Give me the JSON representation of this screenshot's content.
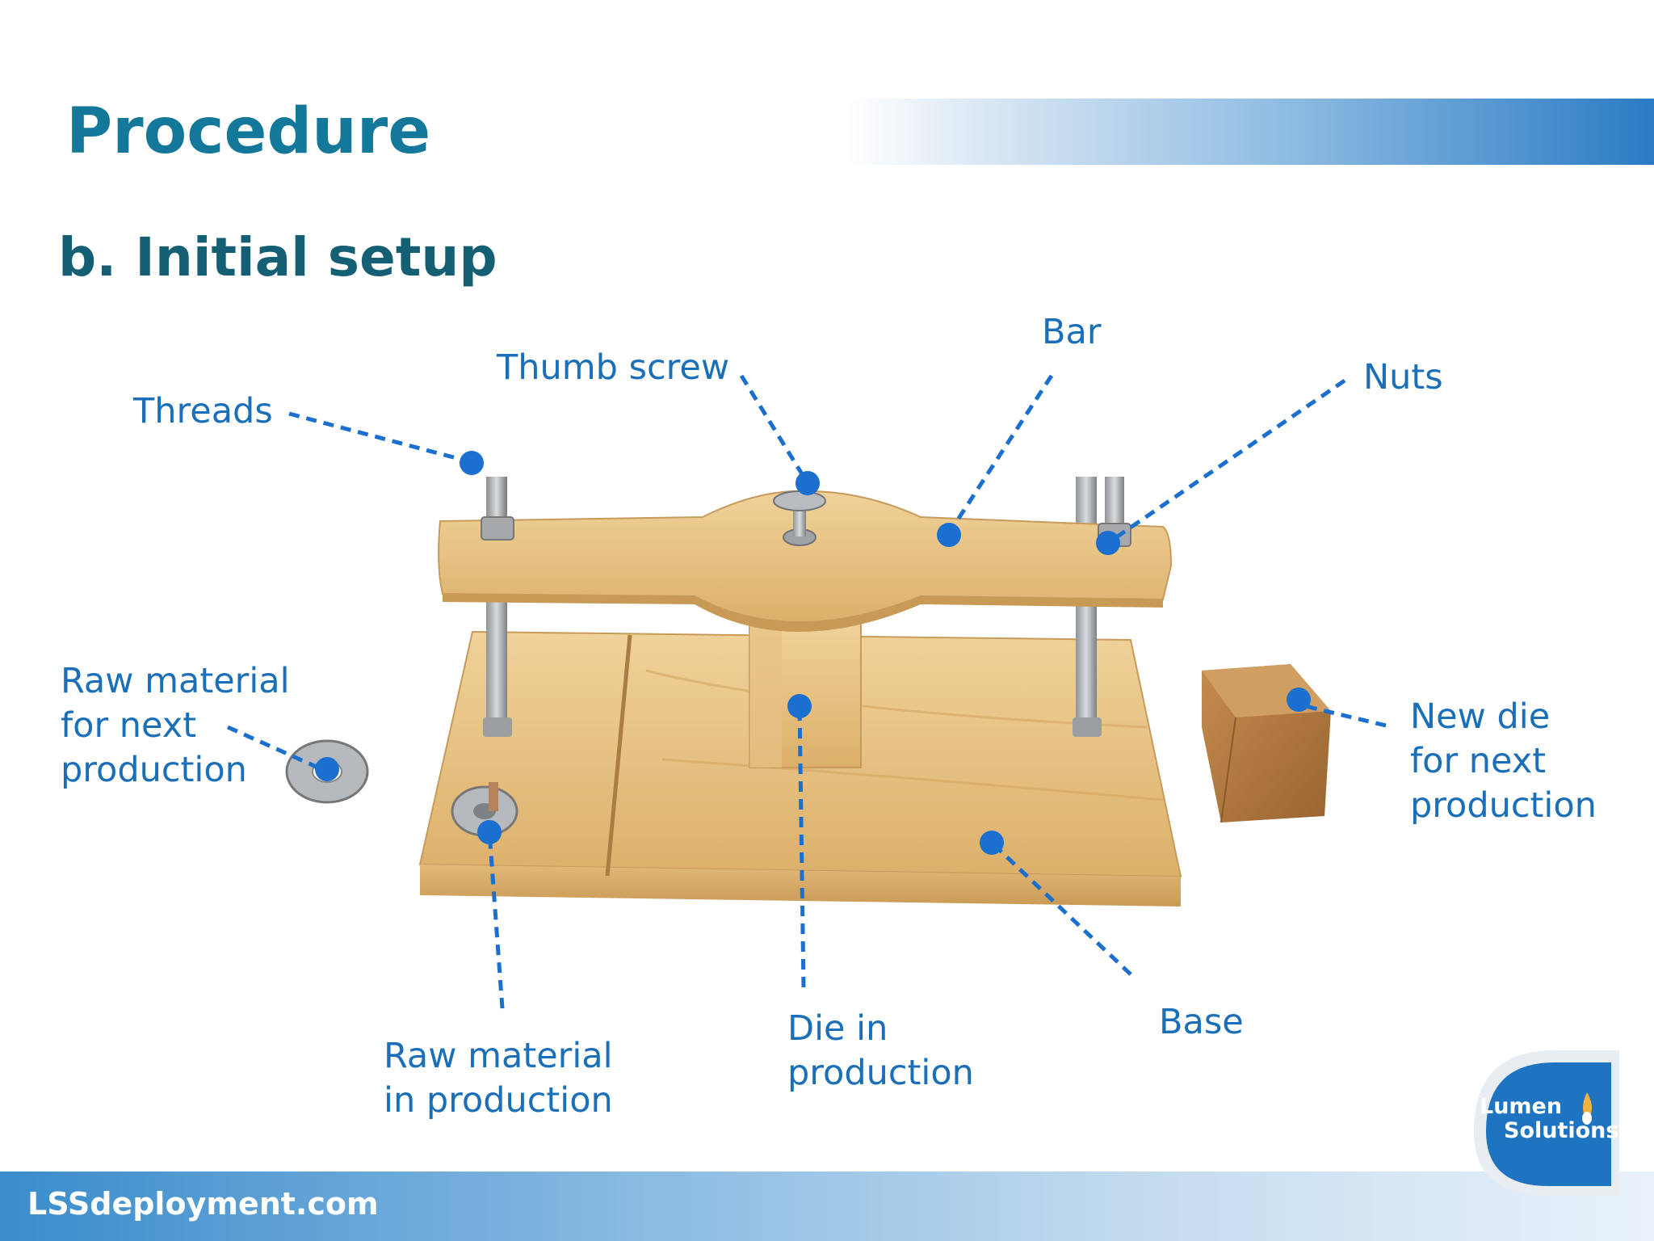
{
  "slide": {
    "title": "Procedure",
    "subtitle": "b. Initial setup"
  },
  "labels": {
    "threads": "Threads",
    "thumb_screw": "Thumb screw",
    "bar": "Bar",
    "nuts": "Nuts",
    "raw_material_next": "Raw material\nfor next\nproduction",
    "new_die": "New die\nfor next\nproduction",
    "raw_material_production": "Raw material\nin production",
    "die_production": "Die in\nproduction",
    "base": "Base"
  },
  "footer": {
    "website": "LSSdeployment.com",
    "logo_line1": "Lumen",
    "logo_line2": "Solutions"
  },
  "colors": {
    "title": "#14789a",
    "label": "#1a6fb8",
    "callout": "#1a6fcf",
    "band": "#2a7bc4"
  }
}
